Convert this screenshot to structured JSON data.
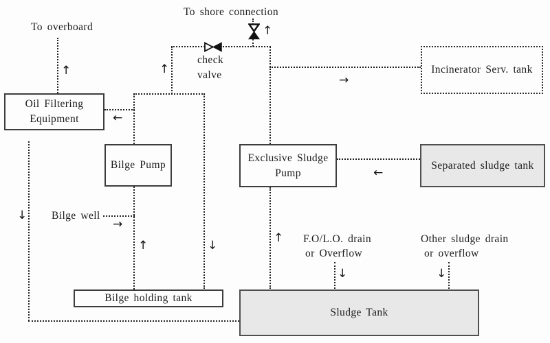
{
  "arrows": {
    "up": "↑",
    "down": "↓",
    "left": "←",
    "right": "→"
  },
  "labels": {
    "to_overboard": "To overboard",
    "to_shore_connection": "To shore connection",
    "check_valve_line1": "check",
    "check_valve_line2": "valve",
    "bilge_well": "Bilge well",
    "fo_lo_drain_line1": "F.O/L.O. drain",
    "fo_lo_drain_line2": "or Overflow",
    "other_sludge_line1": "Other sludge drain",
    "other_sludge_line2": "or overflow"
  },
  "boxes": {
    "oil_filtering": {
      "line1": "Oil Filtering",
      "line2": "Equipment"
    },
    "bilge_pump": {
      "label": "Bilge Pump"
    },
    "exclusive_sludge_pump": {
      "line1": "Exclusive Sludge",
      "line2": "Pump"
    },
    "separated_sludge_tank": {
      "label": "Separated sludge tank"
    },
    "incinerator_serv_tank": {
      "label": "Incinerator Serv. tank"
    },
    "bilge_holding_tank": {
      "label": "Bilge holding tank"
    },
    "sludge_tank": {
      "label": "Sludge Tank"
    }
  },
  "colors": {
    "background": "#fdfdfd",
    "ink": "#1a1a1a",
    "box_border": "#3d3d3d",
    "tank_fill": "#e8e8e8",
    "pipe_dots": "#222222"
  }
}
